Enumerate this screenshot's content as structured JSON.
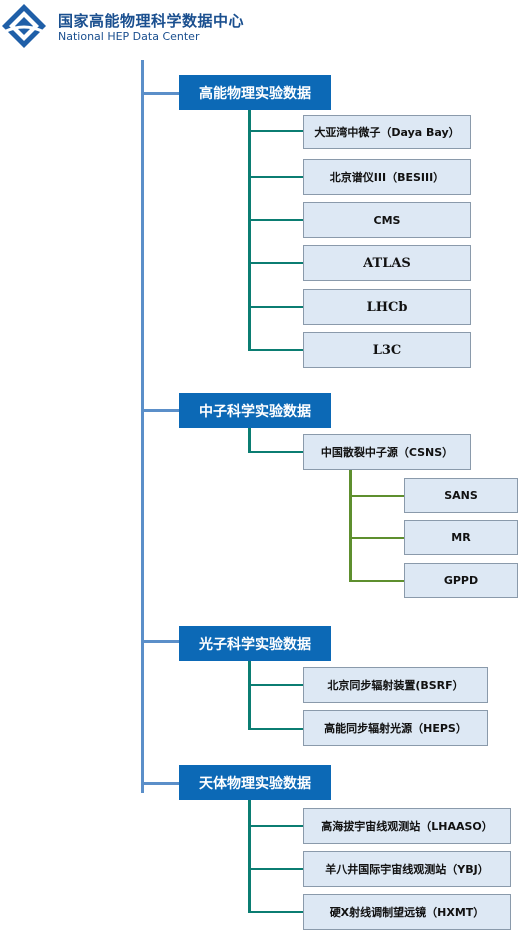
{
  "header": {
    "title_cn": "国家高能物理科学数据中心",
    "title_en": "National HEP Data Center",
    "logo_icon": "diamond-logo-icon"
  },
  "colors": {
    "category_fill": "#0c69b6",
    "node_fill": "#dde8f4",
    "trunk_line": "#5b8fc9",
    "branch_line": "#0b7d72",
    "sub_branch_line": "#5e8f2e"
  },
  "categories": [
    {
      "label": "高能物理实验数据",
      "children": [
        "大亚湾中微子（Daya Bay）",
        "北京谱仪III（BESIII）",
        "CMS",
        "ATLAS",
        "LHCb",
        "L3C"
      ]
    },
    {
      "label": "中子科学实验数据",
      "children": [
        "中国散裂中子源（CSNS）"
      ],
      "sub_children": [
        "SANS",
        "MR",
        "GPPD"
      ]
    },
    {
      "label": "光子科学实验数据",
      "children": [
        "北京同步辐射装置(BSRF）",
        "高能同步辐射光源（HEPS）"
      ]
    },
    {
      "label": "天体物理实验数据",
      "children": [
        "高海拔宇宙线观测站（LHAASO）",
        "羊八井国际宇宙线观测站（YBJ）",
        "硬X射线调制望远镜（HXMT）"
      ]
    }
  ]
}
